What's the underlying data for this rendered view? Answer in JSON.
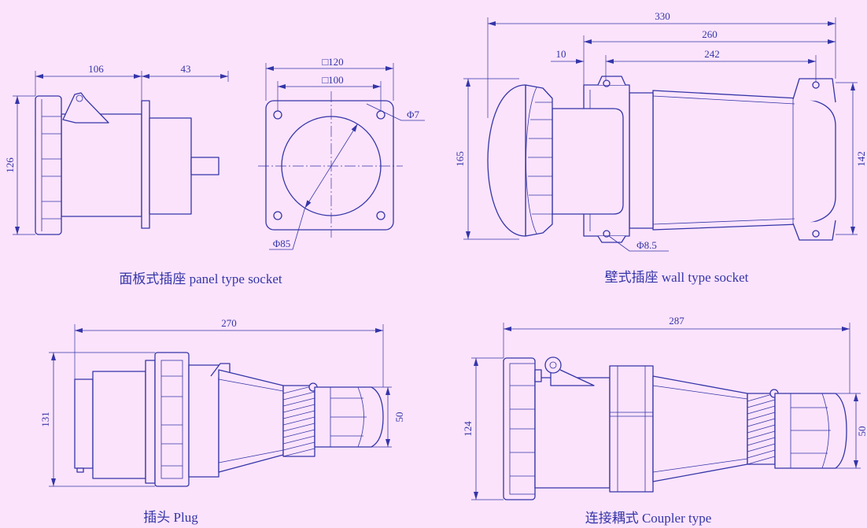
{
  "colors": {
    "background": "#fbe3fb",
    "line": "#3535a8"
  },
  "panel_socket": {
    "caption": "面板式插座 panel type socket",
    "side_view": {
      "dim_front_length": "106",
      "dim_rear_length": "43",
      "dim_height": "126"
    },
    "face_view": {
      "dim_plate": "□120",
      "dim_hole_spacing": "□100",
      "dim_hole": "Φ7",
      "dim_opening": "Φ85"
    }
  },
  "wall_socket": {
    "caption": "壁式插座 wall type socket",
    "dim_overall_length": "330",
    "dim_flange_to_end": "260",
    "dim_mounting_holes": "242",
    "dim_offset": "10",
    "dim_front_height": "165",
    "dim_bracket_height": "142",
    "dim_hole": "Φ8.5"
  },
  "plug": {
    "caption": "插头 Plug",
    "dim_length": "270",
    "dim_height": "131",
    "dim_cable_end": "50"
  },
  "coupler": {
    "caption": "连接耦式 Coupler type",
    "dim_length": "287",
    "dim_height": "124",
    "dim_cable_end": "50"
  }
}
